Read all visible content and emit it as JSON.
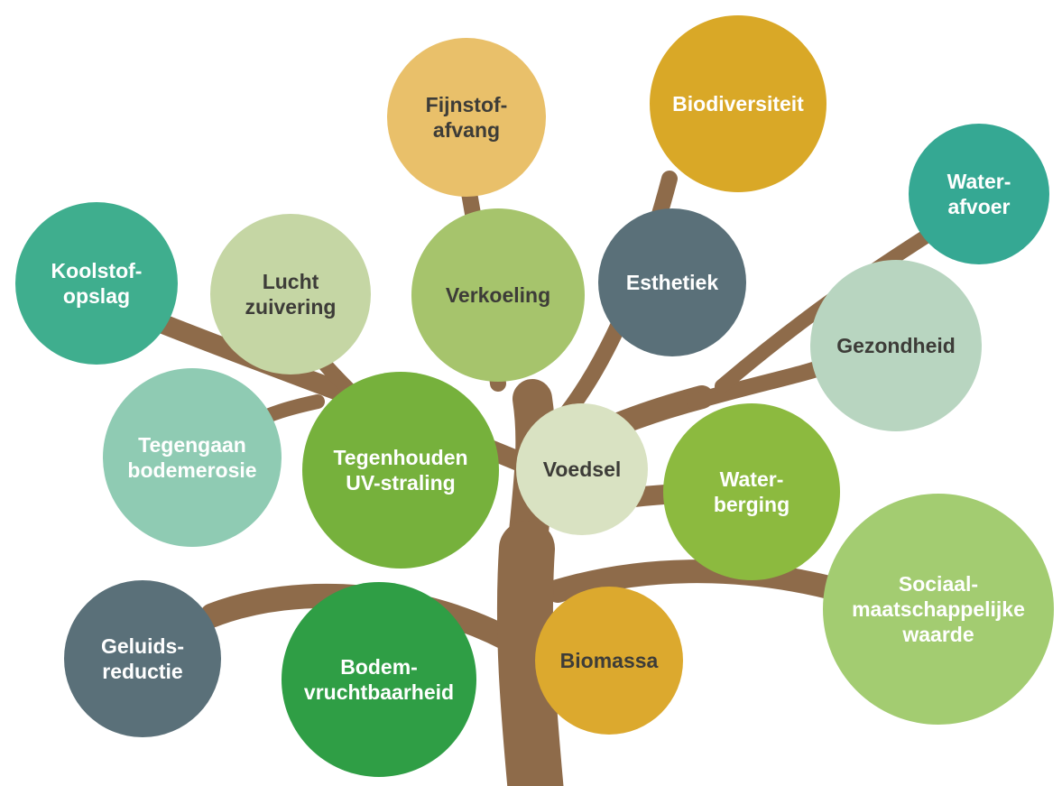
{
  "diagram": {
    "description": "Boomdiagram met baten van bomen",
    "trunk_color": "#8e6b4a",
    "background_color": "#ffffff",
    "dark_text_color": "#3d3c38",
    "light_text_color": "#ffffff",
    "nodes": [
      {
        "id": "fijnstof-afvang",
        "label": "Fijnstof-\nafvang",
        "fill": "#e9c06a",
        "text_color": "#3d3c38"
      },
      {
        "id": "biodiversiteit",
        "label": "Biodiversiteit",
        "fill": "#d9a827",
        "text_color": "#ffffff"
      },
      {
        "id": "water-afvoer",
        "label": "Water-\nafvoer",
        "fill": "#35a893",
        "text_color": "#ffffff"
      },
      {
        "id": "koolstof-opslag",
        "label": "Koolstof-\nopslag",
        "fill": "#3fae8e",
        "text_color": "#ffffff"
      },
      {
        "id": "lucht-zuivering",
        "label": "Lucht\nzuivering",
        "fill": "#c5d6a4",
        "text_color": "#3d3c38"
      },
      {
        "id": "verkoeling",
        "label": "Verkoeling",
        "fill": "#a6c46c",
        "text_color": "#3d3c38"
      },
      {
        "id": "esthetiek",
        "label": "Esthetiek",
        "fill": "#5a7079",
        "text_color": "#ffffff"
      },
      {
        "id": "gezondheid",
        "label": "Gezondheid",
        "fill": "#b8d5c0",
        "text_color": "#3d3c38"
      },
      {
        "id": "tegengaan-bodemerosie",
        "label": "Tegengaan\nbodemerosie",
        "fill": "#8fcbb3",
        "text_color": "#ffffff"
      },
      {
        "id": "tegenhouden-uv-straling",
        "label": "Tegenhouden\nUV-straling",
        "fill": "#76b13c",
        "text_color": "#ffffff"
      },
      {
        "id": "voedsel",
        "label": "Voedsel",
        "fill": "#d9e2c2",
        "text_color": "#3d3c38"
      },
      {
        "id": "water-berging",
        "label": "Water-\nberging",
        "fill": "#8cba3f",
        "text_color": "#ffffff"
      },
      {
        "id": "sociaal-maatschappelijke-waarde",
        "label": "Sociaal-\nmaatschappelijke\nwaarde",
        "fill": "#a3cc71",
        "text_color": "#ffffff"
      },
      {
        "id": "geluids-reductie",
        "label": "Geluids-\nreductie",
        "fill": "#5a7079",
        "text_color": "#ffffff"
      },
      {
        "id": "bodem-vruchtbaarheid",
        "label": "Bodem-\nvruchtbaarheid",
        "fill": "#2f9e45",
        "text_color": "#ffffff"
      },
      {
        "id": "biomassa",
        "label": "Biomassa",
        "fill": "#dca92e",
        "text_color": "#3d3c38"
      }
    ]
  }
}
